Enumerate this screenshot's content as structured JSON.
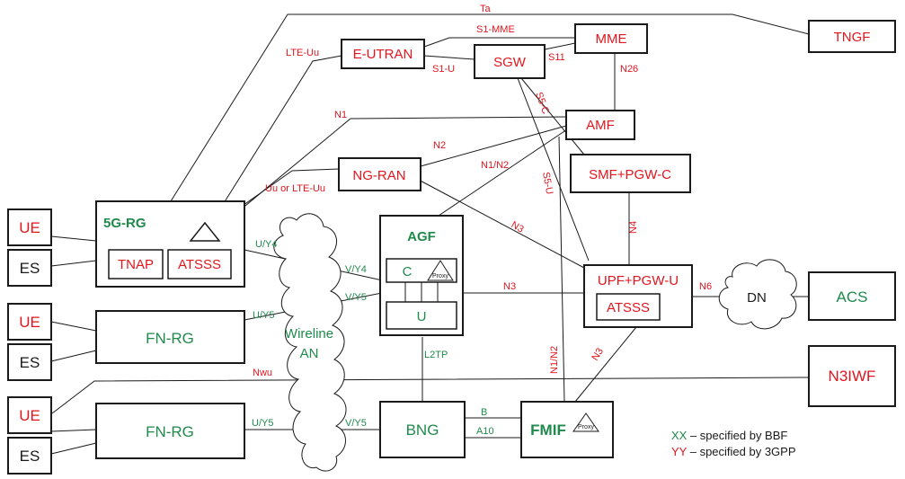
{
  "colors": {
    "bbf": "#1f8a4c",
    "threegpp": "#e1161f",
    "line": "#1a1a1a"
  },
  "nodes": {
    "tngf": "TNGF",
    "e_utran": "E-UTRAN",
    "mme": "MME",
    "sgw": "SGW",
    "amf": "AMF",
    "ng_ran": "NG-RAN",
    "smf_pgw_c": "SMF+PGW-C",
    "rg5g": "5G-RG",
    "tnap": "TNAP",
    "atsss_rg": "ATSSS",
    "agf": "AGF",
    "agf_c": "C",
    "agf_u": "U",
    "proxy_agf": "Proxy",
    "upf_pgw_u": "UPF+PGW-U",
    "atsss_upf": "ATSSS",
    "dn": "DN",
    "acs": "ACS",
    "ue1": "UE",
    "es1": "ES",
    "ue2": "UE",
    "es2": "ES",
    "ue3": "UE",
    "es3": "ES",
    "fn_rg_top": "FN-RG",
    "fn_rg_bottom": "FN-RG",
    "wireline_an": "Wireline",
    "wireline_an2": "AN",
    "n3iwf": "N3IWF",
    "bng": "BNG",
    "fmif": "FMIF",
    "proxy_fmif": "Proxy"
  },
  "links": {
    "ta": "Ta",
    "lte_uu": "LTE-Uu",
    "s1_mme": "S1-MME",
    "s1_u": "S1-U",
    "s11": "S11",
    "n26": "N26",
    "s5_c": "S5-C",
    "s5_u": "S5-U",
    "n1": "N1",
    "n2": "N2",
    "n1_n2_agf": "N1/N2",
    "uu_or_lte": "Uu or LTE-Uu",
    "n3_ngran": "N3",
    "n4": "N4",
    "u_y4": "U/Y4",
    "v_y4": "V/Y4",
    "v_y5_top": "V/Y5",
    "u_y5_top": "U/Y5",
    "n3_agf": "N3",
    "n6": "N6",
    "nwu": "Nwu",
    "l2tp": "L2TP",
    "n1_n2_fmif": "N1/N2",
    "n3_fmif": "N3",
    "u_y5_bottom": "U/Y5",
    "v_y5_bottom": "V/Y5",
    "b": "B",
    "a10": "A10"
  },
  "legend": {
    "bbf_code": "XX",
    "bbf_text": " – specified by BBF",
    "threegpp_code": "YY",
    "threegpp_text": " – specified by 3GPP"
  }
}
